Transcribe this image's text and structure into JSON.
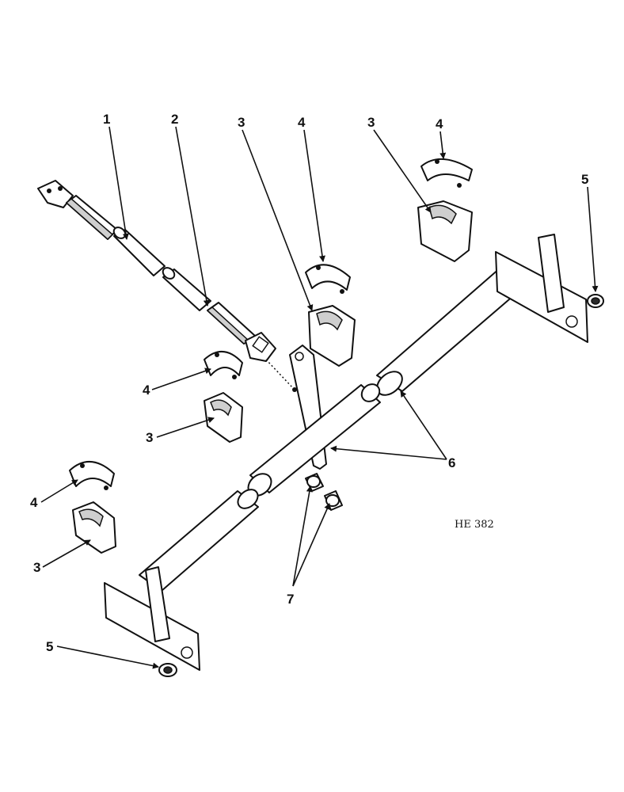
{
  "figure_id": "HE 382",
  "callouts": {
    "c1": "1",
    "c2": "2",
    "c3a": "3",
    "c4a": "4",
    "c3b": "3",
    "c4b": "4",
    "c5a": "5",
    "c4c": "4",
    "c3c": "3",
    "c6": "6",
    "c4d": "4",
    "c3d": "3",
    "c7": "7",
    "c5b": "5"
  }
}
